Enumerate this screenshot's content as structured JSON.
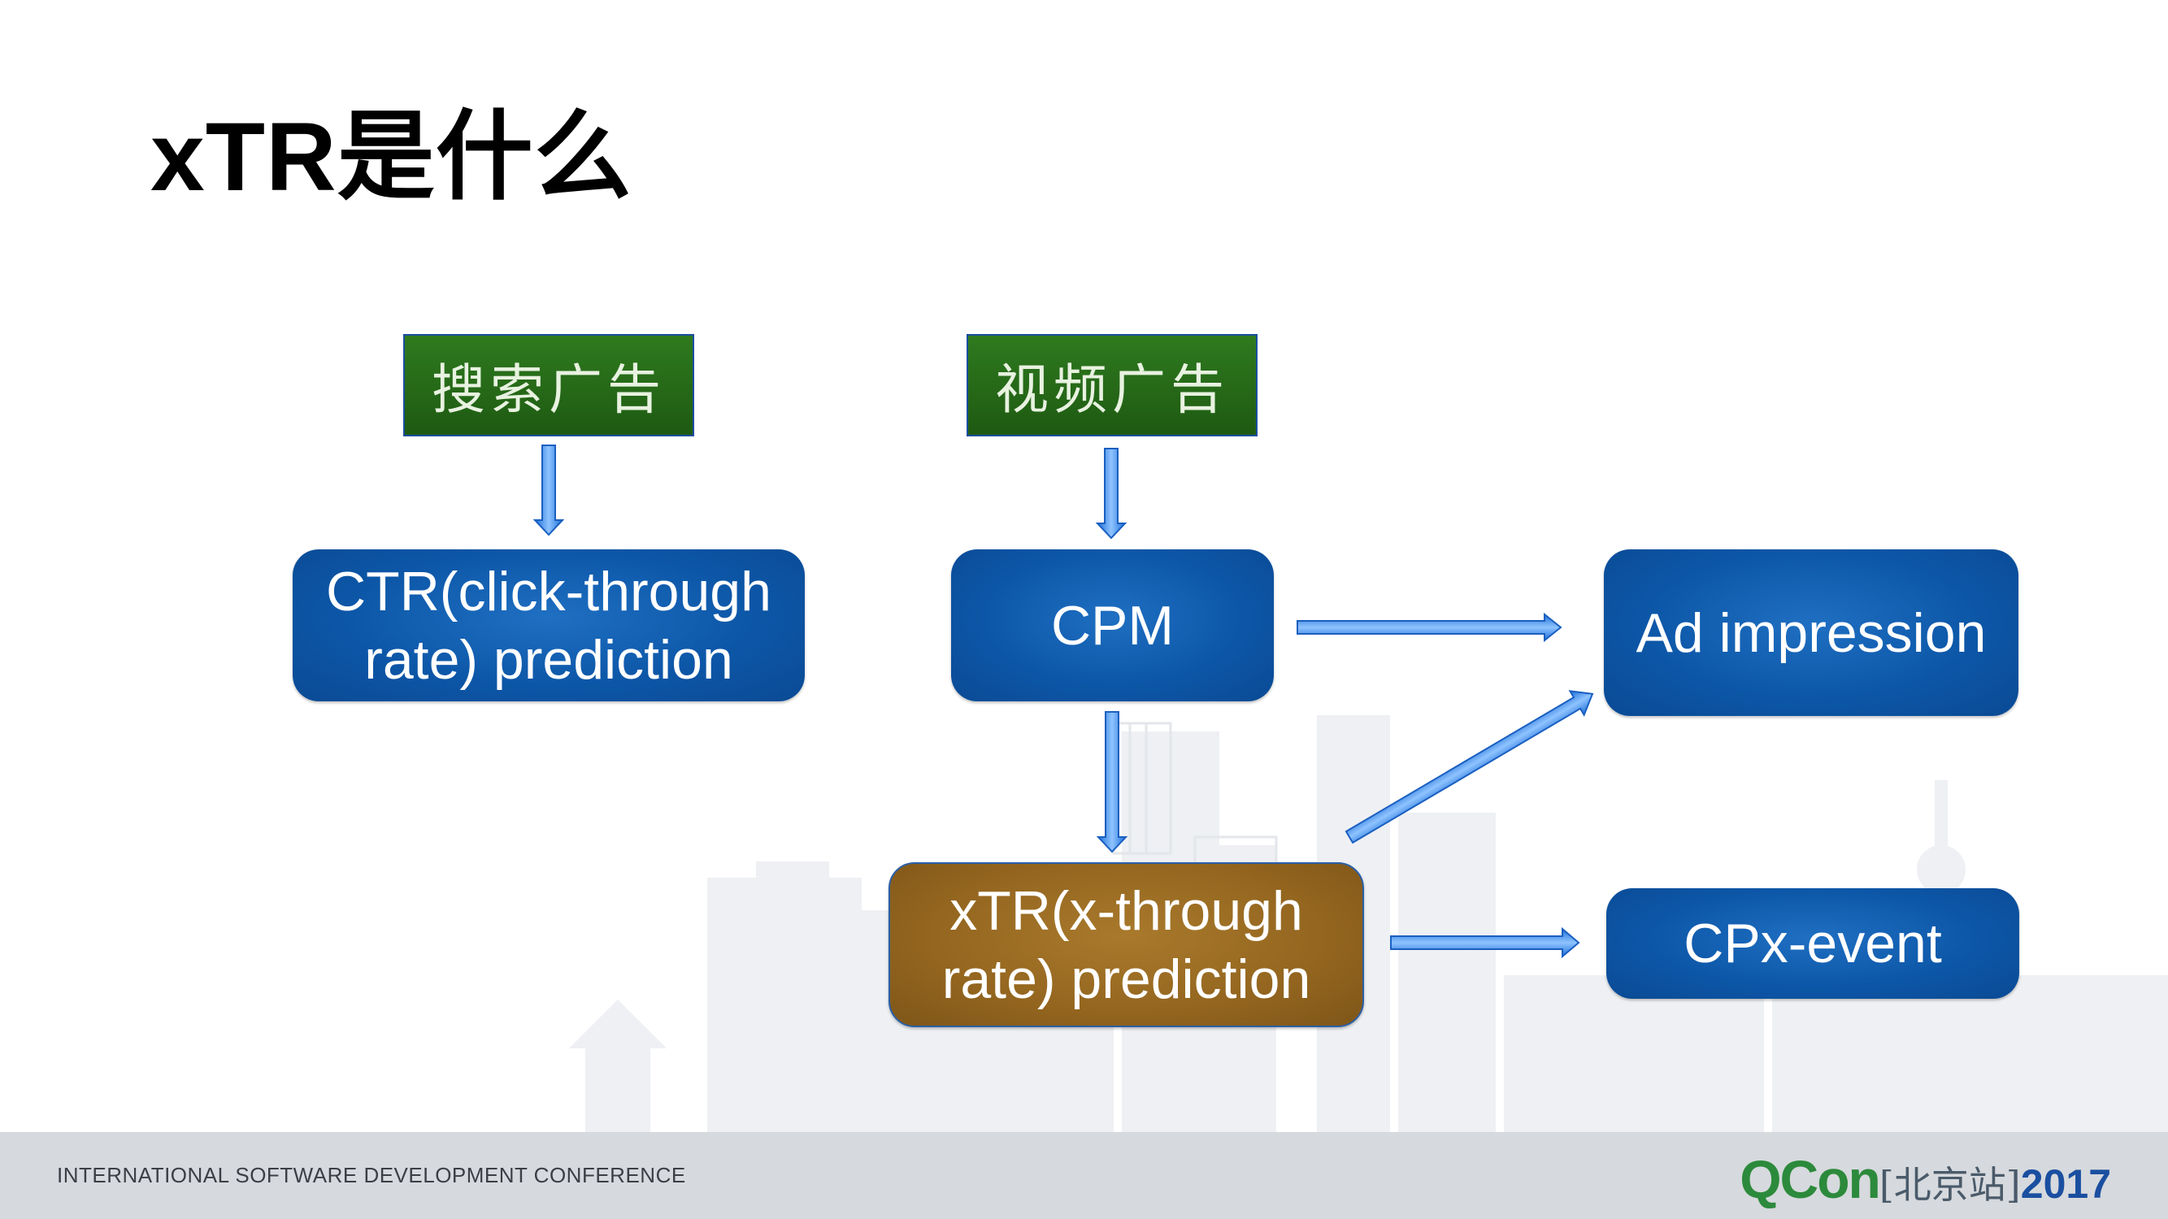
{
  "title": "xTR是什么",
  "tags": {
    "search_ads": "搜索广告",
    "video_ads": "视频广告"
  },
  "boxes": {
    "ctr": "CTR(click-through rate) prediction",
    "cpm": "CPM",
    "xtr": "xTR(x-through rate) prediction",
    "ad_impression": "Ad impression",
    "cpx_event": "CPx-event"
  },
  "footer": {
    "conference": "INTERNATIONAL SOFTWARE DEVELOPMENT CONFERENCE",
    "logo_brand": "QCon",
    "logo_city": "[北京站]",
    "logo_year": "2017"
  },
  "colors": {
    "box_blue": "#0d57a8",
    "box_brown": "#93651f",
    "tag_green": "#2f7a1f",
    "arrow_blue": "#3a8fe6"
  }
}
